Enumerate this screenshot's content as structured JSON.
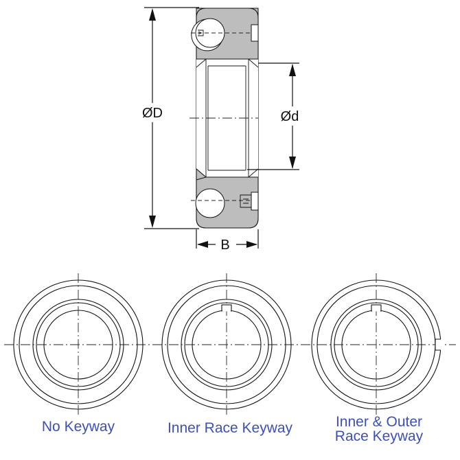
{
  "dimensions": {
    "outer_diameter": "ØD",
    "inner_diameter": "Ød",
    "width": "B"
  },
  "views": [
    {
      "caption_lines": [
        "No Keyway"
      ]
    },
    {
      "caption_lines": [
        "Inner Race Keyway"
      ]
    },
    {
      "caption_lines": [
        "Inner & Outer",
        "Race Keyway"
      ]
    }
  ],
  "colors": {
    "caption": "#3d4fb8",
    "race_shading": "#bdbdbd",
    "line": "#111111"
  }
}
